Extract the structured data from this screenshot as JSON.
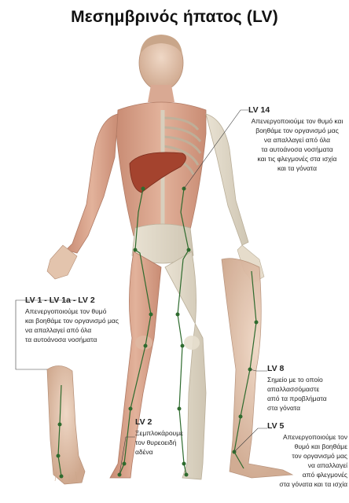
{
  "title": "Μεσημβρινός ήπατος (LV)",
  "annotations": {
    "lv14": {
      "label": "LV 14",
      "lines": [
        "Απενεργοποιούμε τον θυμό και",
        "βοηθάμε τον οργανισμό μας",
        "να απαλλαγεί από όλα",
        "τα αυτοάνοσα νοσήματα",
        "και τις φλεγμονές στα ισχία",
        "και τα γόνατα"
      ]
    },
    "lv1": {
      "label": "LV 1 - LV 1a - LV 2",
      "lines": [
        "Απενεργοποιούμε τον θυμό",
        "και βοηθάμε τον οργανισμό μας",
        "να απαλλαγεί από όλα",
        "τα αυτοάνοσα νοσήματα"
      ]
    },
    "lv8": {
      "label": "LV 8",
      "lines": [
        "Σημείο με το οποίο",
        "απαλλασσόμαστε",
        "από τα προβλήματα",
        "στα γόνατα"
      ]
    },
    "lv2": {
      "label": "LV 2",
      "lines": [
        "Ξεμπλοκάρουμε",
        "τον θυρεοειδή",
        "αδένα"
      ]
    },
    "lv5": {
      "label": "LV 5",
      "lines": [
        "Απενεργοποιούμε τον",
        "θυμό και βοηθάμε",
        "τον οργανισμό μας",
        "να απαλλαγεί",
        "από φλεγμονές",
        "στα γόνατα και τα ισχία"
      ]
    }
  },
  "colors": {
    "meridian": "#2e6b2e",
    "liver": "#a4432e",
    "muscle": "#d8a48c",
    "skin": "#e8cdb8"
  }
}
